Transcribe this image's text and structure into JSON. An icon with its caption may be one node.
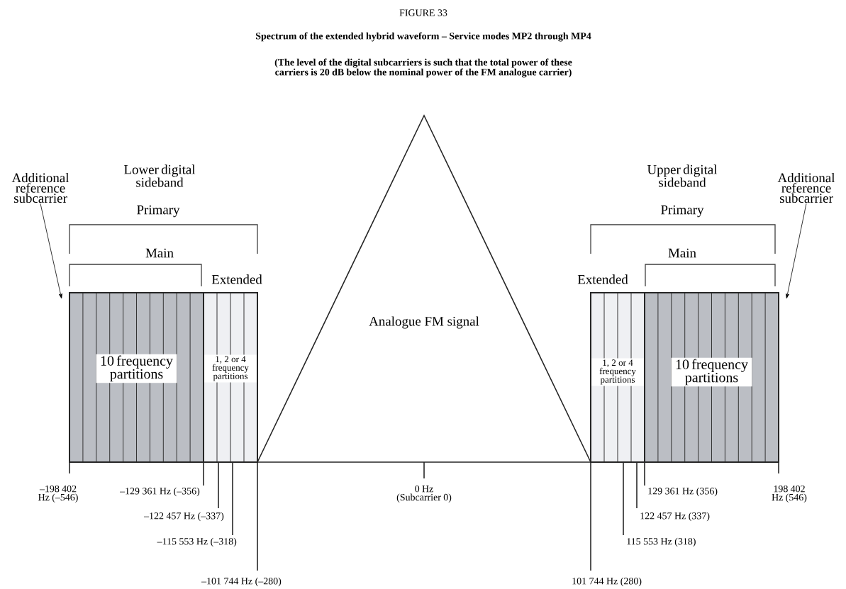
{
  "diagram": {
    "title": "Spectrum of the extended hybrid waveform – Service modes MP2 through MP4",
    "nodes": [
      {
        "text": [
          "Additional reference subcarrier"
        ]
      },
      {
        "text": [
          "10 frequency partitions"
        ]
      },
      {
        "text": [
          "1, 2 or 4 frequency partitions"
        ]
      },
      {
        "text": [
          "Analogue FM signal"
        ]
      },
      {
        "text": [
          "1, 2 or 4 frequency partitions"
        ]
      },
      {
        "text": [
          "10 frequency partitions"
        ]
      },
      {
        "text": [
          "Additional reference subcarrier"
        ]
      }
    ],
    "edges": [
      {
        "from": 0,
        "to": 1,
        "arrow": "to"
      },
      {
        "from": 6,
        "to": 5,
        "arrow": "to"
      }
    ],
    "labels": [
      "FIGURE 33",
      "(The level of the digital subcarriers is such that the total power of these carriers is 20 dB below the nominal power of the FM analogue carrier)",
      "Lower digital sideband",
      "Upper digital sideband",
      "Primary",
      "Primary",
      "Main",
      "Main",
      "Extended",
      "Extended",
      "–198 402 Hz (–546)",
      "–129 361 Hz (–356)",
      "0 Hz (Subcarrier 0)",
      "129 361 Hz (356)",
      "198 402 Hz (546)",
      "–122 457 Hz (–337)",
      "122 457 Hz (337)",
      "–115 553 Hz (–318)",
      "115 553 Hz (318)",
      "–101 744 Hz (–280)",
      "101 744 Hz (280)"
    ]
  }
}
